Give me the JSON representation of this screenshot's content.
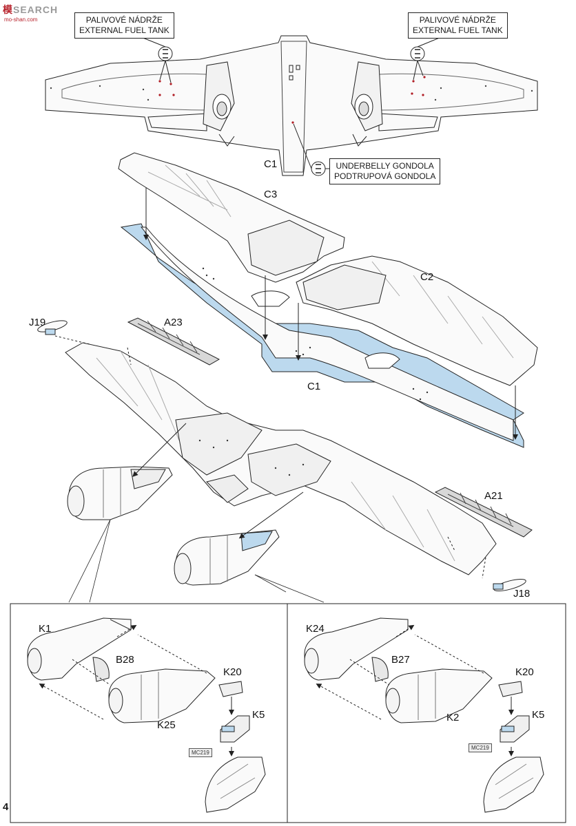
{
  "watermark": {
    "text_red": "模",
    "text_gray": "SEARCH",
    "sub": "mo-shan.com"
  },
  "callouts": {
    "fuel_tank_left": [
      "PALIVOVÉ NÁDRŽE",
      "EXTERNAL FUEL TANK"
    ],
    "fuel_tank_right": [
      "PALIVOVÉ NÁDRŽE",
      "EXTERNAL FUEL TANK"
    ],
    "gondola": [
      "UNDERBELLY GONDOLA",
      "PODTRUPOVÁ GONDOLA"
    ]
  },
  "part_labels": {
    "c1_top": "C1",
    "c3": "C3",
    "c2": "C2",
    "c1_mid": "C1",
    "j19": "J19",
    "a23": "A23",
    "a21": "A21",
    "j18": "J18",
    "k1": "K1",
    "b28": "B28",
    "k25": "K25",
    "k20_left": "K20",
    "k5_left": "K5",
    "k24": "K24",
    "b27": "B27",
    "k2": "K2",
    "k20_right": "K20",
    "k5_right": "K5"
  },
  "mc_left": "MC219",
  "mc_right": "MC219",
  "page_number": "4",
  "colors": {
    "highlight": "#bcd9ee",
    "line": "#222222",
    "part_red": "#b01d24"
  }
}
